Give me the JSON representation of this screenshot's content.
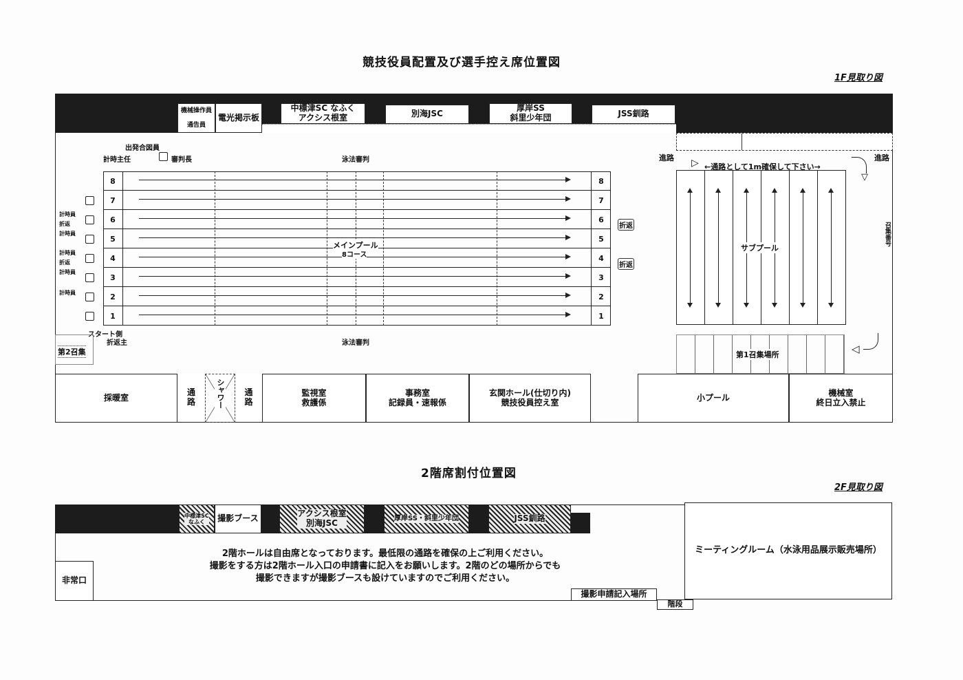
{
  "floor1": {
    "title": "競技役員配置及び選手控え席位置図",
    "subtitle": "1F見取り図",
    "top_boxes": {
      "operator": "機械操作員",
      "announcer": "通告員",
      "scoreboard": "電光掲示板",
      "team1": "中標津SC なふく\nアクシス根室",
      "team2": "別海JSC",
      "team3": "厚岸SS\n斜里少年団",
      "team4": "JSS釧路"
    },
    "officials": {
      "starter_assist": "出発合図員",
      "timekeeper_chief": "計時主任",
      "referee": "審判長",
      "stroke_judge_top": "泳法審判",
      "stroke_judge_bottom": "泳法審判",
      "start_side": "スタート側",
      "turn_chief": "折返主",
      "turn_judge_1": "折返",
      "turn_judge_2": "折返"
    },
    "left_officials": [
      "計時員",
      "折返",
      "計時員",
      "計時員",
      "折返",
      "計時員",
      "計時員"
    ],
    "main_pool": {
      "label": "メインプール",
      "courses": "8コース",
      "lanes": [
        "8",
        "7",
        "6",
        "5",
        "4",
        "3",
        "2",
        "1"
      ]
    },
    "route_in": "進路",
    "route_out": "進路",
    "passage_note": "←通路として1m確保して下さい→",
    "sub_pool": "サブプール",
    "call_number": "召集番号",
    "call_area_1": "第1召集場所",
    "call_area_2": "第2召集",
    "rooms": {
      "warming": "採暖室",
      "passage": "通\n路",
      "shower": "シャワー",
      "monitor": "監視室\n救護係",
      "office": "事務室\n記録員・速報係",
      "hall": "玄関ホール(仕切り内)\n競技役員控え室",
      "small_pool": "小プール",
      "machine": "機械室\n終日立入禁止"
    }
  },
  "floor2": {
    "title": "2階席割付位置図",
    "subtitle": "2F見取り図",
    "boxes": {
      "team_small": "中標津SC\nなふく",
      "photo_booth": "撮影ブース",
      "team_a": "アクシス根室\n別海JSC",
      "team_b": "厚岸SS・斜里少年団",
      "team_c": "JSS釧路"
    },
    "notice": [
      "2階ホールは自由席となっております。最低限の通路を確保の上ご利用ください。",
      "撮影をする方は2階ホール入口の申請書に記入をお願いします。2階のどの場所からでも",
      "撮影できますが撮影ブースも設けていますのでご利用ください。"
    ],
    "meeting_room": "ミーティングルーム（水泳用品展示販売場所）",
    "emergency_exit": "非常口",
    "photo_application": "撮影申請記入場所",
    "stairs": "階段"
  }
}
